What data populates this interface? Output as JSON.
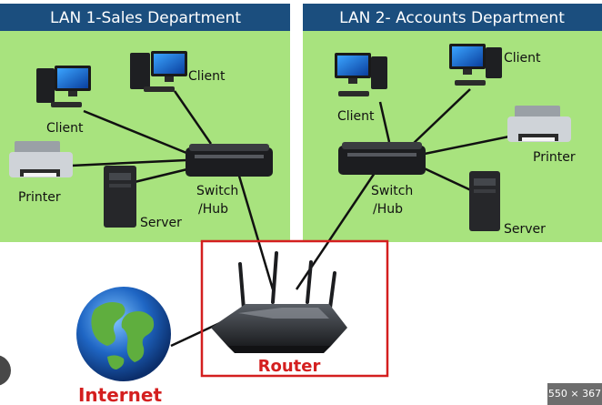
{
  "lan1": {
    "title": "LAN 1-Sales Department",
    "labels": {
      "client_top": "Client",
      "client_left": "Client",
      "printer": "Printer",
      "server": "Server",
      "switch_line1": "Switch",
      "switch_line2": "/Hub"
    }
  },
  "lan2": {
    "title": "LAN 2- Accounts Department",
    "labels": {
      "client_left": "Client",
      "client_top": "Client",
      "printer": "Printer",
      "server": "Server",
      "switch_line1": "Switch",
      "switch_line2": "/Hub"
    }
  },
  "router": {
    "label": "Router"
  },
  "internet": {
    "label": "Internet"
  },
  "badge": "550 × 367",
  "colors": {
    "lan_background": "#a8e37e",
    "title_bar": "#1b4e7e",
    "router_box": "#d41f1f",
    "label_red": "#d41f1f",
    "cable": "#111111"
  }
}
